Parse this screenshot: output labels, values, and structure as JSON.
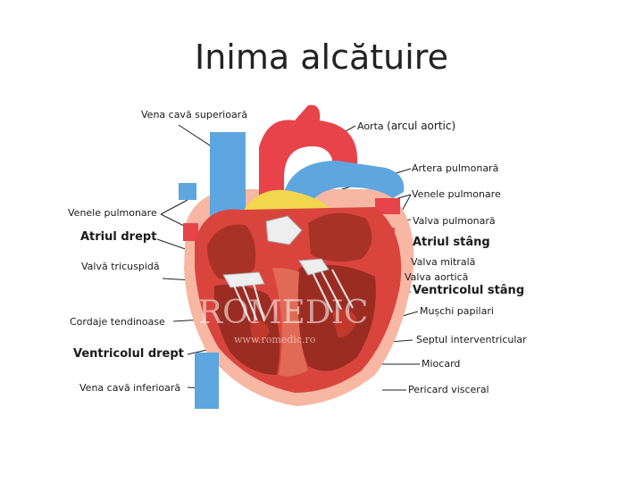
{
  "title": "Inima alcătuire",
  "watermark": {
    "brand": "ROMEDIC",
    "url": "www.romedic.ro"
  },
  "labels": {
    "vena_cava_sup": "Vena cavă superioară",
    "aorta": "Aorta",
    "aorta_sub": "(arcul aortic)",
    "artera_pulmonara": "Artera pulmonară",
    "venele_pulmonare_right": "Venele pulmonare",
    "valva_pulmonara": "Valva pulmonară",
    "atriul_stang": "Atriul stâng",
    "valva_mitrala": "Valva mitrală",
    "valva_aortica": "Valva aortică",
    "ventricolul_stang": "Ventricolul stâng",
    "muschi_papilari": "Mușchi papilari",
    "septul": "Septul interventricular",
    "miocard": "Miocard",
    "pericard": "Pericard visceral",
    "venele_pulmonare_left": "Venele pulmonare",
    "atriul_drept": "Atriul drept",
    "valva_tricuspida": "Valvă tricuspidă",
    "cordaje": "Cordaje tendinoase",
    "ventricolul_drept": "Ventricolul drept",
    "vena_cava_inf": "Vena cavă inferioară"
  },
  "colors": {
    "blue_vessel": "#5ea6e0",
    "red_vessel": "#e8434a",
    "myocardium": "#d9453d",
    "chamber_inner": "#c0392b",
    "fat": "#f2d64b",
    "pericard": "#f7b7a3",
    "tendon": "#f1e6e6"
  }
}
